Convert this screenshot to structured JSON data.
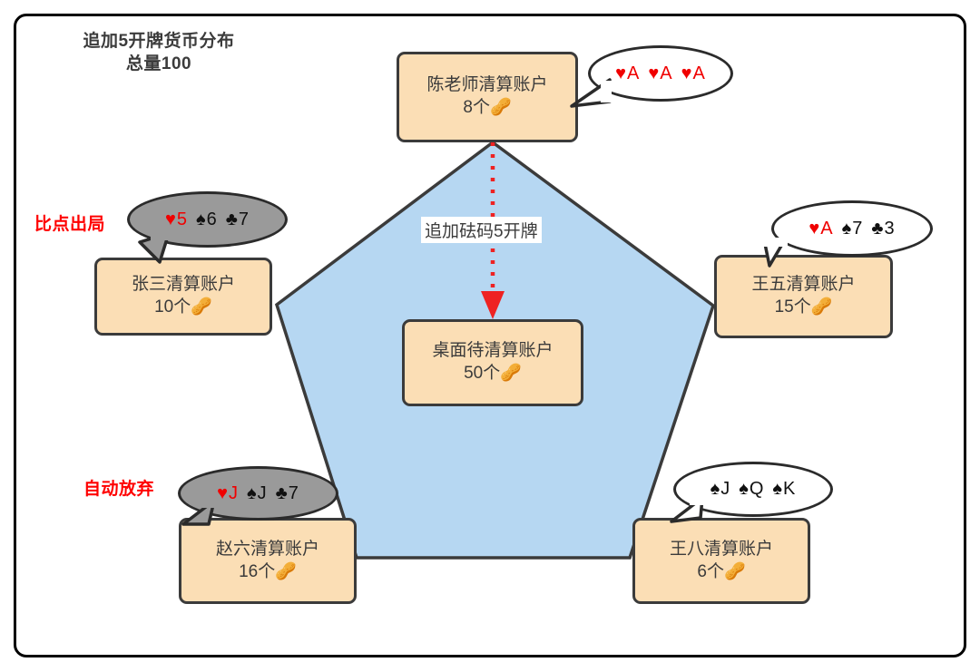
{
  "title": {
    "line1": "追加5开牌货币分布",
    "line2": "总量100"
  },
  "colors": {
    "node_fill": "#fbdeb5",
    "node_border": "#3b3b3b",
    "pentagon_fill": "#b6d7f2",
    "pentagon_stroke": "#3b3b3b",
    "bubble_white": "#ffffff",
    "bubble_gray": "#9a9a9a",
    "red_accent": "#ff0000",
    "arrow_red": "#ee2222"
  },
  "center_node": {
    "name": "桌面待清算账户",
    "amount": "50个🥜"
  },
  "arrow": {
    "label": "追加砝码5开牌",
    "style": "dotted",
    "color": "#ee2222",
    "direction": "down"
  },
  "players": [
    {
      "id": "top",
      "name": "陈老师清算账户",
      "amount": "8个🥜",
      "bubble_style": "white",
      "cards": [
        {
          "suit": "♥",
          "rank": "A",
          "color": "red"
        },
        {
          "suit": "♥",
          "rank": "A",
          "color": "red"
        },
        {
          "suit": "♥",
          "rank": "A",
          "color": "red"
        }
      ],
      "status": ""
    },
    {
      "id": "left",
      "name": "张三清算账户",
      "amount": "10个🥜",
      "bubble_style": "gray",
      "cards": [
        {
          "suit": "♥",
          "rank": "5",
          "color": "red"
        },
        {
          "suit": "♠",
          "rank": "6",
          "color": "black"
        },
        {
          "suit": "♣",
          "rank": "7",
          "color": "black"
        }
      ],
      "status": "比点出局"
    },
    {
      "id": "right",
      "name": "王五清算账户",
      "amount": "15个🥜",
      "bubble_style": "white",
      "cards": [
        {
          "suit": "♥",
          "rank": "A",
          "color": "red"
        },
        {
          "suit": "♠",
          "rank": "7",
          "color": "black"
        },
        {
          "suit": "♣",
          "rank": "3",
          "color": "black"
        }
      ],
      "status": ""
    },
    {
      "id": "bottomleft",
      "name": "赵六清算账户",
      "amount": "16个🥜",
      "bubble_style": "gray",
      "cards": [
        {
          "suit": "♥",
          "rank": "J",
          "color": "red"
        },
        {
          "suit": "♠",
          "rank": "J",
          "color": "black"
        },
        {
          "suit": "♣",
          "rank": "7",
          "color": "black"
        }
      ],
      "status": "自动放弃"
    },
    {
      "id": "bottomright",
      "name": "王八清算账户",
      "amount": "6个🥜",
      "bubble_style": "white",
      "cards": [
        {
          "suit": "♠",
          "rank": "J",
          "color": "black"
        },
        {
          "suit": "♠",
          "rank": "Q",
          "color": "black"
        },
        {
          "suit": "♠",
          "rank": "K",
          "color": "black"
        }
      ],
      "status": ""
    }
  ]
}
